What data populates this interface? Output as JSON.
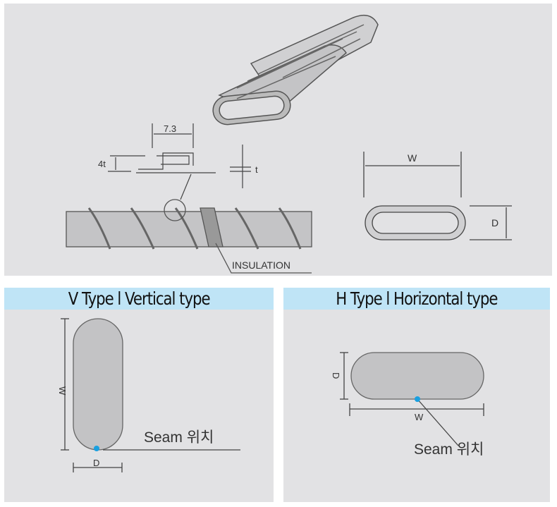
{
  "top_diagram": {
    "dim_seam_width": "7.3",
    "dim_seam_height": "4t",
    "dim_thickness": "t",
    "insulation_label": "INSULATION",
    "dim_width": "W",
    "dim_depth": "D"
  },
  "vertical_panel": {
    "title": "V Type l Vertical type",
    "dim_width": "W",
    "dim_depth": "D",
    "seam_label": "Seam 위치",
    "seam_color": "#1aa0e0"
  },
  "horizontal_panel": {
    "title": "H Type l Horizontal type",
    "dim_width": "W",
    "dim_depth": "D",
    "seam_label": "Seam 위치",
    "seam_color": "#1aa0e0"
  }
}
